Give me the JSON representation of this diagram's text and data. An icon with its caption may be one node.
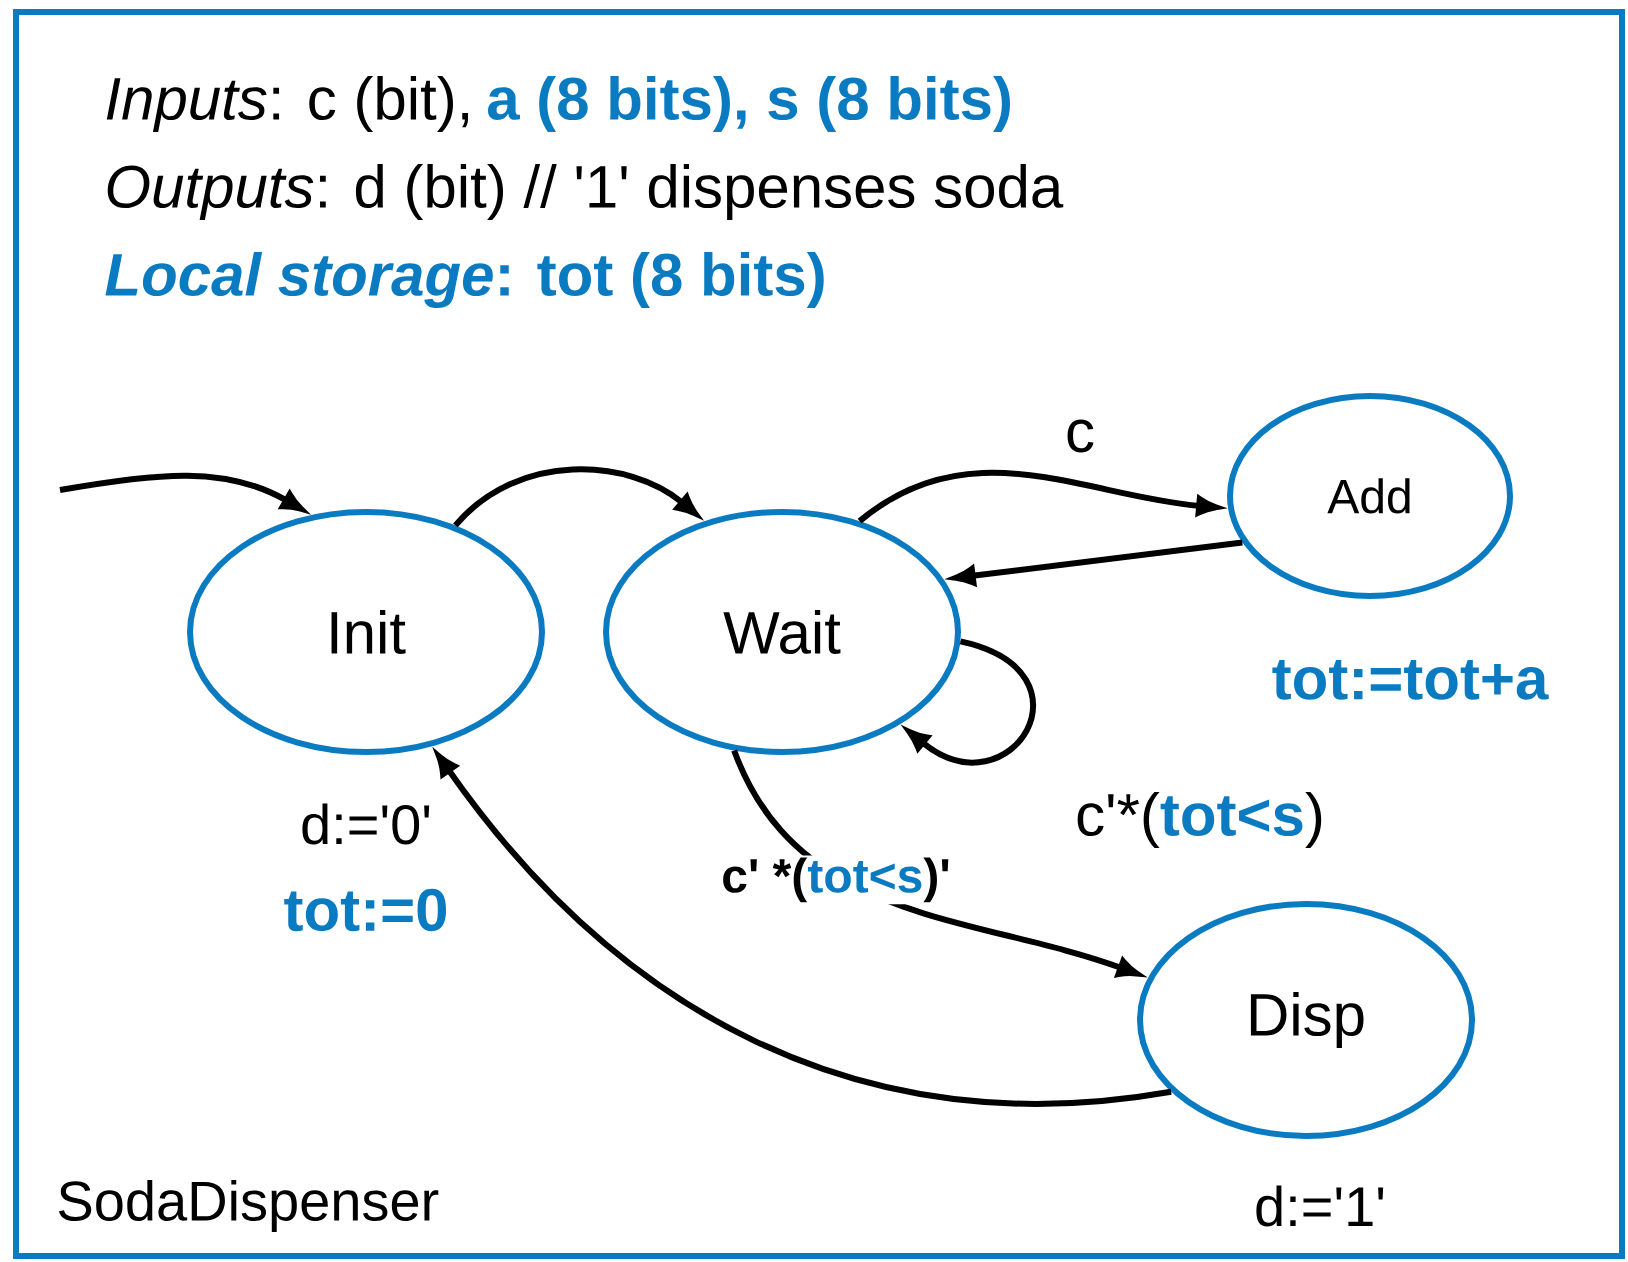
{
  "diagram": {
    "nodes": [
      {
        "text": [
          "SodaDispenser"
        ]
      },
      {
        "text": [
          "Init"
        ],
        "in": 0,
        "beside": [
          "d:='0'",
          "tot:=0"
        ]
      },
      {
        "text": [
          "Wait"
        ],
        "in": 0
      },
      {
        "text": [
          "Add"
        ],
        "in": 0,
        "beside": [
          "tot:=tot+a"
        ]
      },
      {
        "text": [
          "Disp"
        ],
        "in": 0,
        "beside": [
          "d:='1'"
        ]
      }
    ],
    "edges": [
      {
        "from": null,
        "to": 1,
        "arrow": "to"
      },
      {
        "from": 1,
        "to": 2,
        "arrow": "to"
      },
      {
        "from": 2,
        "to": 3,
        "arrow": "to",
        "label": "c"
      },
      {
        "from": 3,
        "to": 2,
        "arrow": "to"
      },
      {
        "from": 2,
        "to": 2,
        "arrow": "to",
        "label": "c'*(**tot<s**)"
      },
      {
        "from": 2,
        "to": 4,
        "arrow": "to",
        "label": "c' *(**tot<s**)'"
      },
      {
        "from": 4,
        "to": 1,
        "arrow": "to"
      }
    ],
    "labels": [
      "*Inputs*: c (bit),",
      "a (8 bits), s (8 bits)",
      "*Outputs*: d (bit)  // '1' dispenses soda",
      "*Local storage*: tot (8 bits)"
    ]
  }
}
